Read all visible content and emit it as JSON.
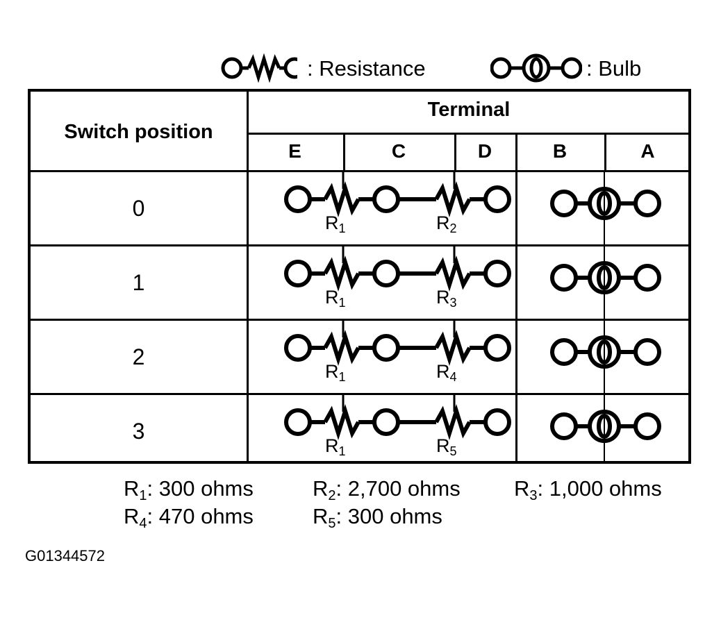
{
  "figure": {
    "id_label": "G01344572"
  },
  "legend": {
    "items": [
      {
        "symbol": "resistance-symbol",
        "label": ": Resistance"
      },
      {
        "symbol": "bulb-symbol",
        "label": ": Bulb"
      }
    ]
  },
  "table": {
    "headers": {
      "switch_position": "Switch position",
      "terminal_group": "Terminal",
      "terminals": [
        "E",
        "C",
        "D",
        "B",
        "A"
      ]
    },
    "rows": [
      {
        "switch_position": "0",
        "left_resistor": "R",
        "left_resistor_sub": "1",
        "right_resistor": "R",
        "right_resistor_sub": "2"
      },
      {
        "switch_position": "1",
        "left_resistor": "R",
        "left_resistor_sub": "1",
        "right_resistor": "R",
        "right_resistor_sub": "3"
      },
      {
        "switch_position": "2",
        "left_resistor": "R",
        "left_resistor_sub": "1",
        "right_resistor": "R",
        "right_resistor_sub": "4"
      },
      {
        "switch_position": "3",
        "left_resistor": "R",
        "left_resistor_sub": "1",
        "right_resistor": "R",
        "right_resistor_sub": "5"
      }
    ]
  },
  "notes": {
    "line1": [
      {
        "name": "R",
        "sub": "1",
        "value": ": 300 ohms"
      },
      {
        "name": "R",
        "sub": "2",
        "value": ": 2,700 ohms"
      },
      {
        "name": "R",
        "sub": "3",
        "value": ": 1,000 ohms"
      }
    ],
    "line2": [
      {
        "name": "R",
        "sub": "4",
        "value": ": 470 ohms"
      },
      {
        "name": "R",
        "sub": "5",
        "value": ": 300 ohms"
      }
    ]
  },
  "colors": {
    "ink": "#000000",
    "paper": "#ffffff"
  }
}
